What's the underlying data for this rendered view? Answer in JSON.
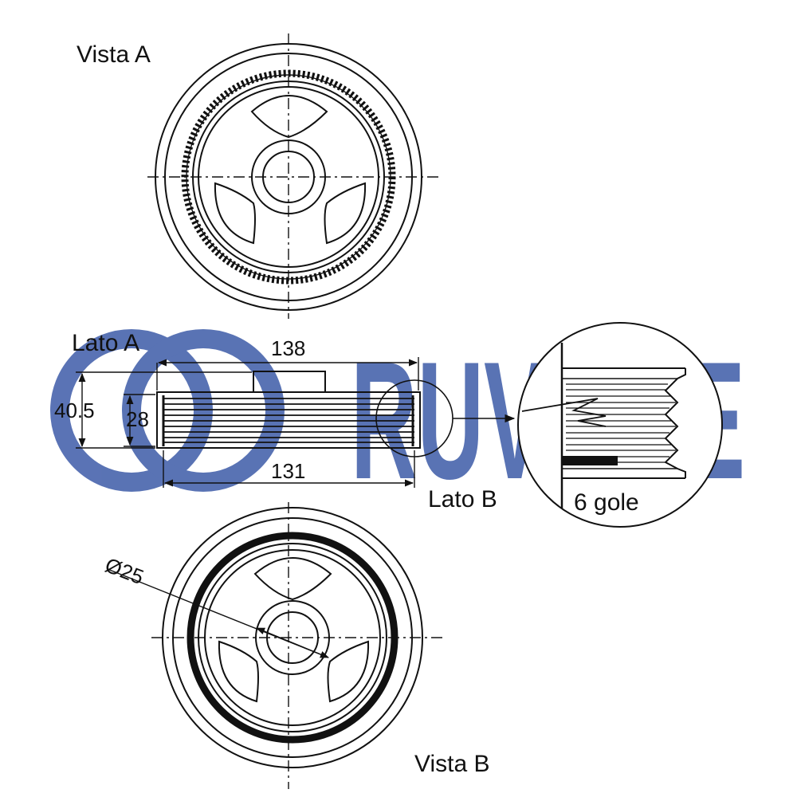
{
  "brand": {
    "name": "RUVILLE",
    "color": "#3d5ba8"
  },
  "labels": {
    "view_a": "Vista A",
    "side_a": "Lato A",
    "side_b": "Lato B",
    "view_b": "Vista B"
  },
  "dimensions": {
    "outer_diameter": "138",
    "belt_diameter": "131",
    "total_width": "40.5",
    "belt_width": "28",
    "bore": "Ø25"
  },
  "detail": {
    "grooves": "6 gole"
  },
  "colors": {
    "line": "#111111",
    "watermark": "#3d5ba8"
  }
}
